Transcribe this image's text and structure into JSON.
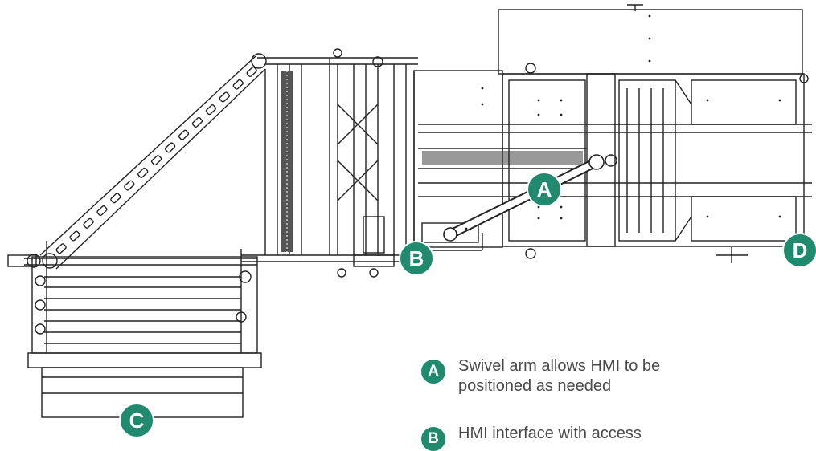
{
  "callouts": {
    "a": "A",
    "b": "B",
    "c": "C",
    "d": "D"
  },
  "legend": [
    {
      "badge": "A",
      "text": "Swivel arm allows HMI to be positioned as needed"
    },
    {
      "badge": "B",
      "text": "HMI interface with access"
    }
  ],
  "colors": {
    "accent": "#1f8a6e",
    "line": "#222222",
    "legend_text": "#4a4a4a"
  }
}
